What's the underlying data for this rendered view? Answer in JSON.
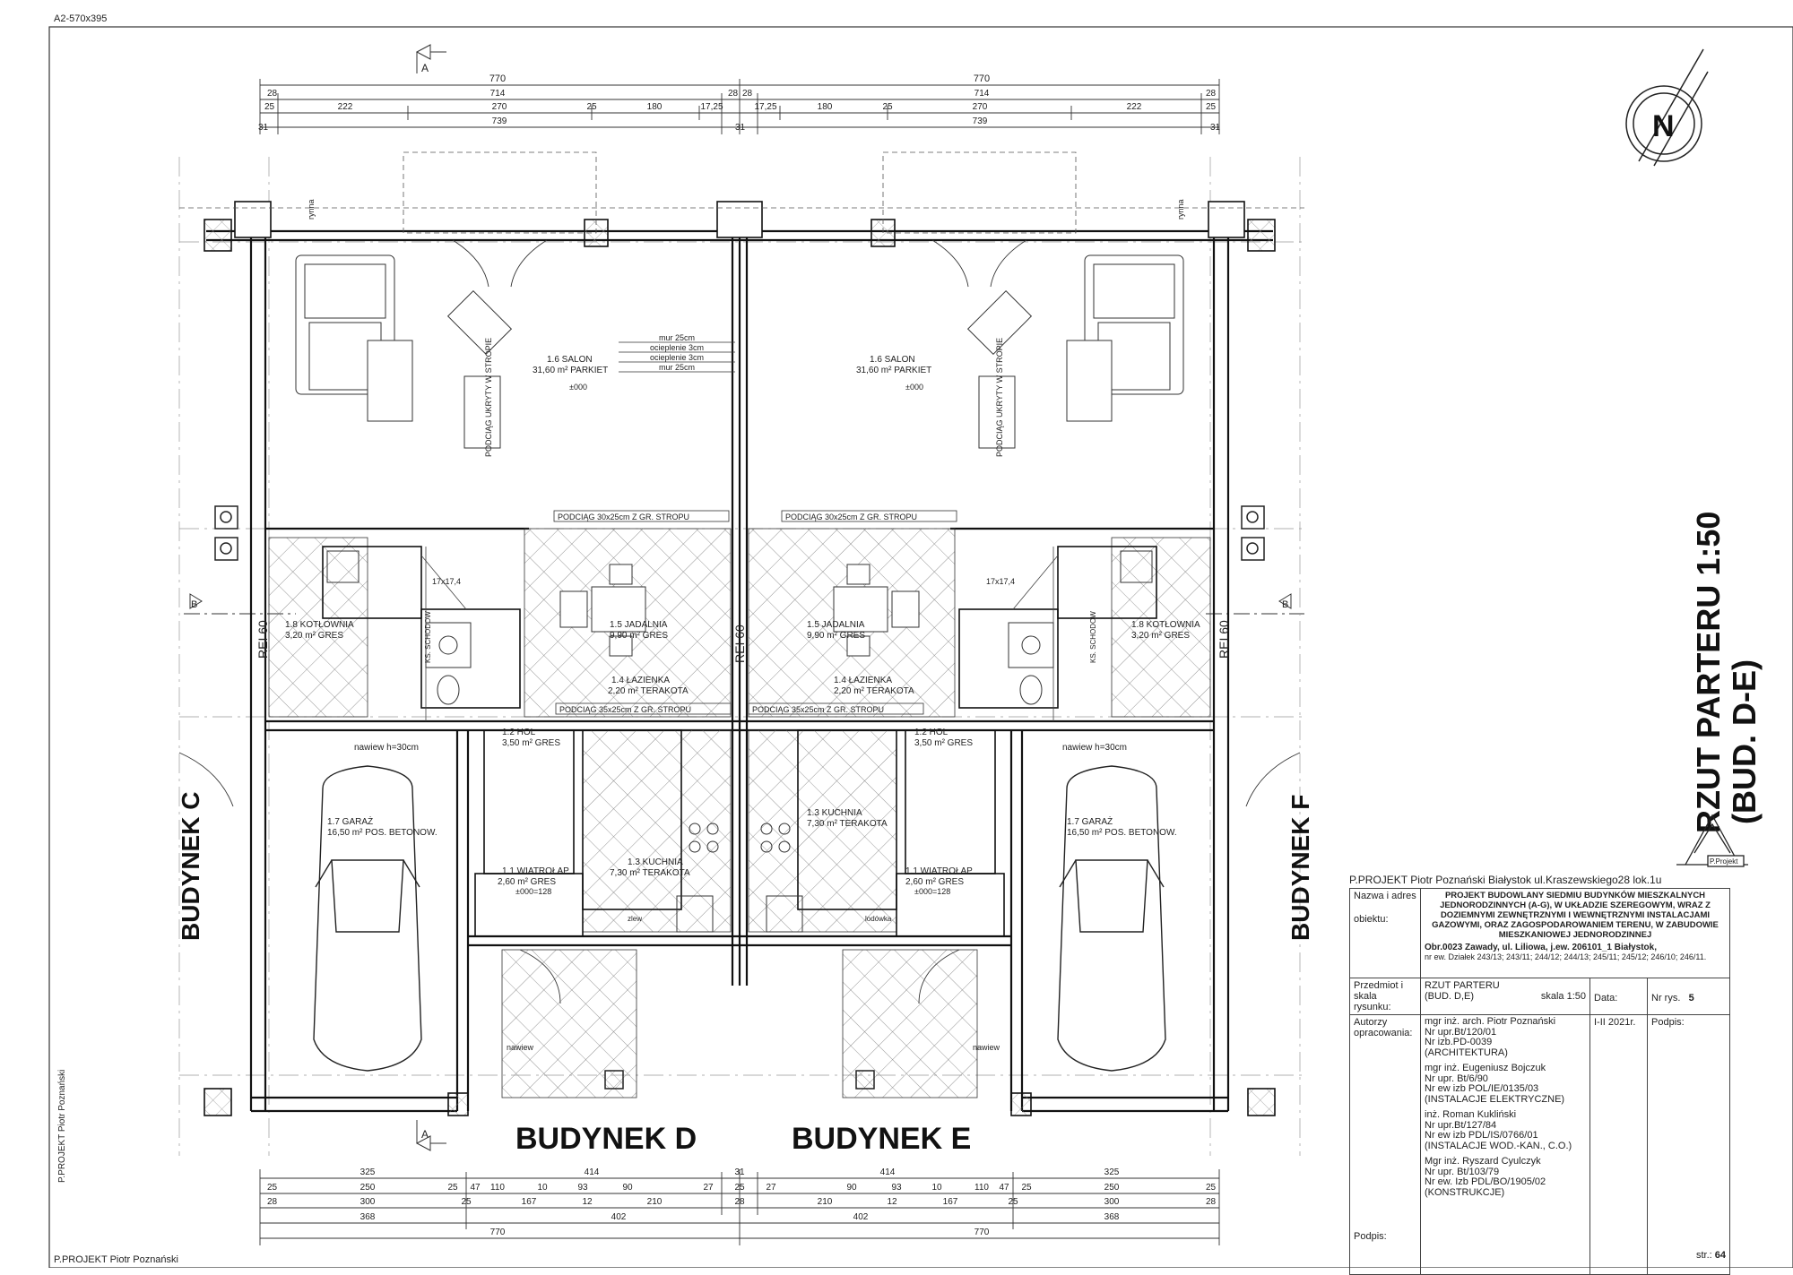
{
  "sheet": {
    "format_label": "A2-570x395",
    "margin_credit": "P.PROJEKT  Piotr Poznański",
    "bottom_credit": "P.PROJEKT  Piotr Poznański"
  },
  "drawing": {
    "title_line1": "RZUT PARTERU 1:50",
    "title_line2": "(BUD. D-E)",
    "north_label": "N",
    "logo_text": "P.Projekt",
    "section_marks": {
      "a": "A",
      "b": "B"
    },
    "buildings": {
      "c": "BUDYNEK C",
      "d": "BUDYNEK D",
      "e": "BUDYNEK E",
      "f": "BUDYNEK F"
    },
    "fire_wall_left": "REI 60",
    "fire_wall_center": "REI 60",
    "fire_wall_right": "REI 60",
    "top_dims": {
      "row1": [
        "770",
        "770"
      ],
      "row2": [
        "28",
        "714",
        "28",
        "28",
        "714",
        "28"
      ],
      "row3": [
        "25",
        "222",
        "270",
        "25",
        "180",
        "17,25",
        "17,25",
        "180",
        "25",
        "270",
        "222",
        "25"
      ],
      "row4": [
        "31",
        "739",
        "31",
        "739",
        "31"
      ]
    },
    "bottom_dims": {
      "row1": [
        "325",
        "414",
        "31",
        "414",
        "325"
      ],
      "row2": [
        "25",
        "250",
        "25",
        "47",
        "110",
        "10",
        "93",
        "90",
        "27",
        "25",
        "27",
        "90",
        "93",
        "10",
        "110",
        "47",
        "25",
        "250",
        "25"
      ],
      "row3": [
        "28",
        "300",
        "25",
        "167",
        "12",
        "210",
        "28",
        "210",
        "12",
        "167",
        "25",
        "300",
        "28"
      ],
      "row4": [
        "368",
        "402",
        "402",
        "368"
      ],
      "row5": [
        "770",
        "770"
      ]
    },
    "rooms": {
      "salon_d": [
        "1.6  SALON",
        "31,60 m² PARKIET"
      ],
      "salon_e": [
        "1.6  SALON",
        "31,60 m² PARKIET"
      ],
      "jadalnia_d": [
        "1.5  JADALNIA",
        "9,90 m² GRES"
      ],
      "jadalnia_e": [
        "1.5  JADALNIA",
        "9,90 m² GRES"
      ],
      "lazienka_d": [
        "1.4  ŁAZIENKA",
        "2,20 m² TERAKOTA"
      ],
      "lazienka_e": [
        "1.4  ŁAZIENKA",
        "2,20 m² TERAKOTA"
      ],
      "kotlownia_d": [
        "1.8  KOTŁOWNIA",
        "3,20 m² GRES"
      ],
      "kotlownia_e": [
        "1.8  KOTŁOWNIA",
        "3,20 m² GRES"
      ],
      "kuchnia_d": [
        "1.3  KUCHNIA",
        "7,30 m² TERAKOTA"
      ],
      "kuchnia_e": [
        "1.3  KUCHNIA",
        "7,30 m² TERAKOTA"
      ],
      "hol_d": [
        "1.2  HOL",
        "3,50 m² GRES"
      ],
      "hol_e": [
        "1.2  HOL",
        "3,50 m² GRES"
      ],
      "wiatrolap_d": [
        "1.1  WIATROŁAP",
        "2,60 m² GRES"
      ],
      "wiatrolap_e": [
        "1.1  WIATROŁAP",
        "2,60 m² GRES"
      ],
      "garaz_d": [
        "1.7  GARAŻ",
        "16,50 m² POS. BETONOW."
      ],
      "garaz_e": [
        "1.7  GARAŻ",
        "16,50 m² POS. BETONOW."
      ]
    },
    "wall_legend": [
      "mur 25cm",
      "ocieplenie 3cm",
      "ocieplenie 3cm",
      "mur 25cm"
    ],
    "notes": {
      "beam_top_d": "PODCIĄG 30x25cm Z GR. STROPU",
      "beam_top_e": "PODCIĄG 30x25cm Z GR. STROPU",
      "beam_bottom_d": "PODCIĄG 35x25cm Z GR. STROPU",
      "beam_bottom_e": "PODCIĄG 35x25cm Z GR. STROPU",
      "heating_d": "PODCIĄG UKRYTY W STROPIE",
      "heating_e": "PODCIĄG UKRYTY W STROPIE",
      "canopy_d": "nawiew h=30cm",
      "canopy_e": "nawiew h=30cm",
      "level": "±000",
      "kitchen_level": "±000=128",
      "stair_d": "17x17,4",
      "stair_e": "17x17,4",
      "roof_label_left": "rynna",
      "roof_label_right": "rynna",
      "nawiew": "nawiew",
      "zlew": "zlew",
      "lodowka": "lodówka",
      "ks": "KS. SCHODOW"
    }
  },
  "title_block": {
    "header": "P.PROJEKT  Piotr Poznański   Białystok  ul.Kraszewskiego28  lok.1u",
    "labels": {
      "object": [
        "Nazwa i adres",
        "obiektu:"
      ],
      "subject": [
        "Przedmiot i",
        "skala rysunku:"
      ],
      "authors": [
        "Autorzy",
        "opracowania:"
      ],
      "signature": "Podpis:"
    },
    "project_title": "PROJEKT BUDOWLANY SIEDMIU BUDYNKÓW MIESZKALNYCH JEDNORODZINNYCH (A-G), W UKŁADZIE SZEREGOWYM, WRAZ Z DOZIEMNYMI ZEWNĘTRZNYMI I WEWNĘTRZNYMI INSTALACJAMI GAZOWYMI, ORAZ ZAGOSPODAROWANIEM TERENU, W ZABUDOWIE MIESZKANIOWEJ JEDNORODZINNEJ",
    "location": "Obr.0023 Zawady, ul. Liliowa, j.ew. 206101_1 Białystok,",
    "parcels": "nr ew. Działek 243/13; 243/11; 244/12; 244/13; 245/11; 245/12; 246/10; 246/11.",
    "subject_value": "RZUT PARTERU",
    "subject_sub": "(BUD. D,E)",
    "scale": "skala 1:50",
    "date_label": "Data:",
    "date_value": "I-II 2021r.",
    "drawing_no_label": "Nr rys.",
    "drawing_no": "5",
    "signature_label": "Podpis:",
    "authors": [
      "mgr inż. arch. Piotr Poznański",
      "Nr upr.Bt/120/01",
      "Nr izb.PD-0039",
      "(ARCHITEKTURA)",
      "mgr inż. Eugeniusz Bojczuk",
      "Nr upr. Bt/6/90",
      "Nr ew izb POL/IE/0135/03",
      "(INSTALACJE ELEKTRYCZNE)",
      "inż. Roman Kukliński",
      "Nr upr.Bt/127/84",
      "Nr ew izb PDL/IS/0766/01",
      "(INSTALACJE WOD.-KAN., C.O.)",
      "Mgr inż. Ryszard Cyulczyk",
      "Nr upr. Bt/103/79",
      "Nr ew. Izb PDL/BO/1905/02",
      "(KONSTRUKCJE)"
    ],
    "page_label": "str.:",
    "page_no": "64"
  }
}
